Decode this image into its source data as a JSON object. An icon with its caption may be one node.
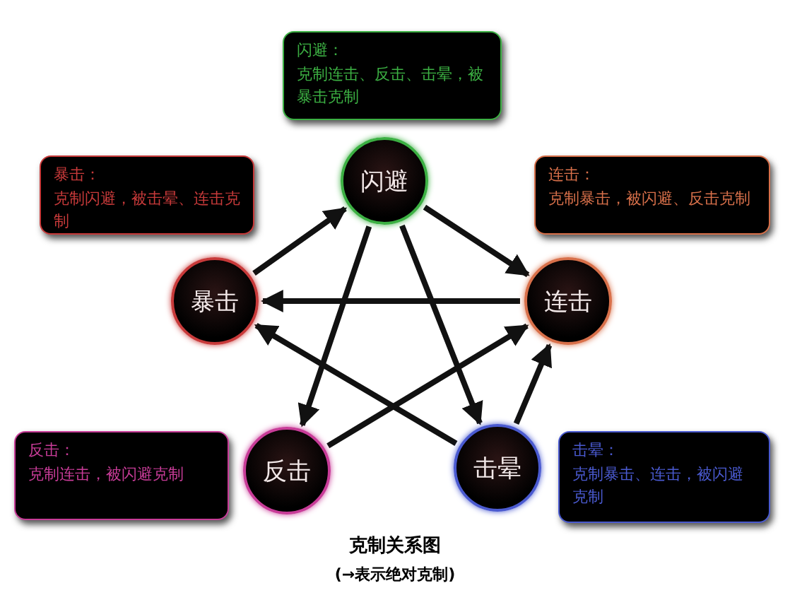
{
  "diagram": {
    "title": "克制关系图",
    "caption": "(→表示绝对克制)",
    "nodes": [
      {
        "text": [
          "闪避：",
          "克制连击、反击、击晕，被暴击克制"
        ]
      },
      {
        "text": [
          "闪避"
        ]
      },
      {
        "text": [
          "暴击：",
          "克制闪避，被击晕、连击克制"
        ]
      },
      {
        "text": [
          "连击：",
          "克制暴击，被闪避、反击克制"
        ]
      },
      {
        "text": [
          "暴击"
        ]
      },
      {
        "text": [
          "连击"
        ]
      },
      {
        "text": [
          "反击：",
          "克制连击，被闪避克制"
        ]
      },
      {
        "text": [
          "反击"
        ]
      },
      {
        "text": [
          "击晕"
        ]
      },
      {
        "text": [
          "击晕：",
          "克制暴击、连击，被闪避克制"
        ]
      }
    ],
    "edges": [
      {
        "from": 4,
        "to": 1,
        "arrow": "to"
      },
      {
        "from": 1,
        "to": 5,
        "arrow": "to"
      },
      {
        "from": 5,
        "to": 4,
        "arrow": "to"
      },
      {
        "from": 1,
        "to": 7,
        "arrow": "to"
      },
      {
        "from": 1,
        "to": 8,
        "arrow": "to"
      },
      {
        "from": 8,
        "to": 4,
        "arrow": "to"
      },
      {
        "from": 8,
        "to": 5,
        "arrow": "to"
      },
      {
        "from": 7,
        "to": 5,
        "arrow": "to"
      }
    ]
  }
}
